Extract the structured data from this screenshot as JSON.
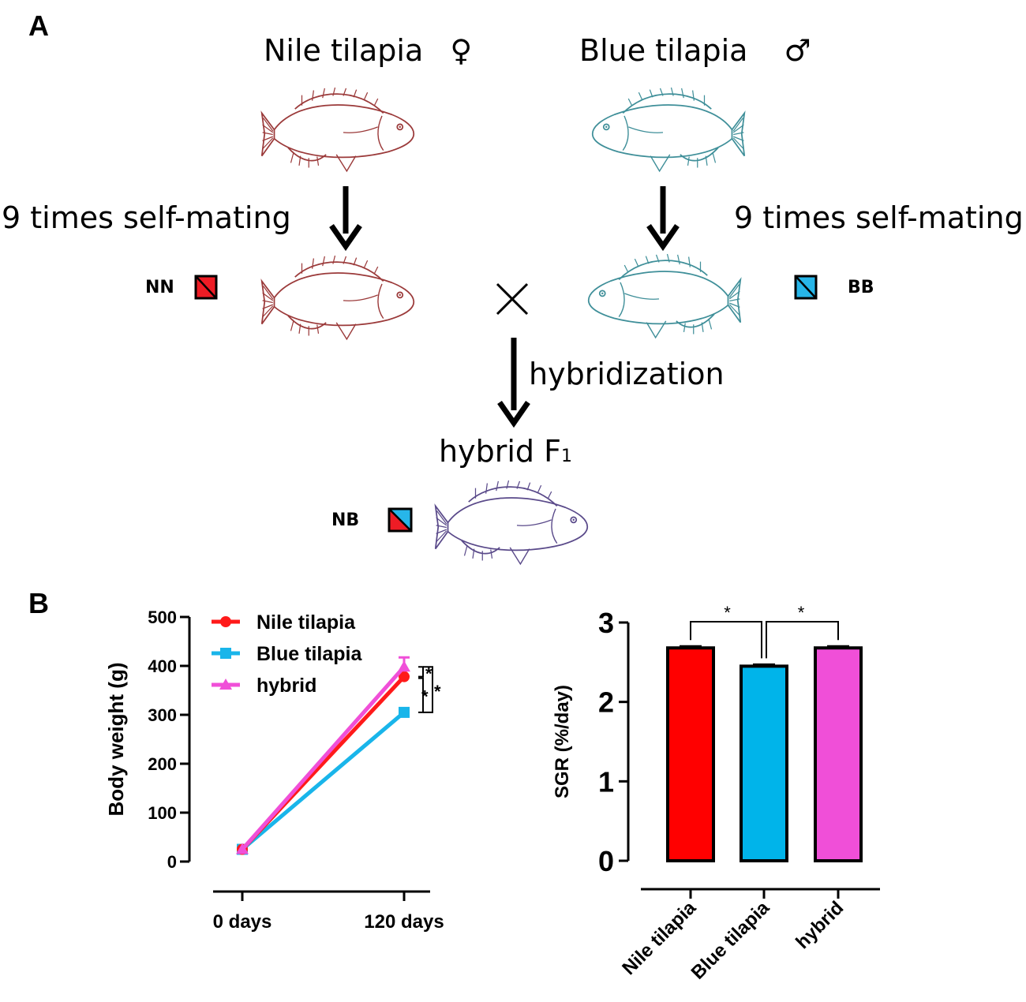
{
  "panel_a": {
    "label": "A",
    "parent_female": "Nile tilapia",
    "female_symbol": "♀",
    "parent_male": "Blue tilapia",
    "male_symbol": "♂",
    "selfing_left": "9 times self-mating",
    "selfing_right": "9 times self-mating",
    "genotype_nile": "NN",
    "genotype_blue": "BB",
    "genotype_hybrid": "NB",
    "cross_symbol": "×",
    "hybridization": "hybridization",
    "hybrid_label": "hybrid F",
    "hybrid_subscript": "1",
    "colors": {
      "nile": "#ee1c25",
      "blue": "#27b6e9",
      "hybrid_fish": "#5a4a8a",
      "nile_fish": "#9b3a3a",
      "blue_fish": "#3f8f99"
    }
  },
  "panel_b": {
    "label": "B"
  },
  "chart_data": [
    {
      "type": "line",
      "ylabel": "Body weight (g)",
      "categories": [
        "0 days",
        "120 days"
      ],
      "ylim": [
        0,
        500
      ],
      "yticks": [
        "0",
        "100",
        "200",
        "300",
        "400",
        "500"
      ],
      "series": [
        {
          "name": "Nile tilapia",
          "values": [
            25,
            378
          ],
          "color": "#ff1a1a",
          "marker": "circle"
        },
        {
          "name": "Blue tilapia",
          "values": [
            25,
            305
          ],
          "color": "#19b5ea",
          "marker": "square"
        },
        {
          "name": "hybrid",
          "values": [
            25,
            398
          ],
          "color": "#f04fd8",
          "marker": "triangle"
        }
      ],
      "legend_position": "top-left",
      "significance": [
        "*",
        "*",
        "*"
      ]
    },
    {
      "type": "bar",
      "ylabel": "SGR (%/day)",
      "categories": [
        "Nile tilapia",
        "Blue tilapia",
        "hybrid"
      ],
      "values": [
        2.68,
        2.45,
        2.68
      ],
      "errors": [
        0.02,
        0.02,
        0.02
      ],
      "colors": [
        "#ff0000",
        "#00b4ea",
        "#f04fd8"
      ],
      "ylim": [
        0,
        3
      ],
      "yticks": [
        "0",
        "1",
        "2",
        "3"
      ],
      "significance": [
        "*",
        "*"
      ]
    }
  ]
}
